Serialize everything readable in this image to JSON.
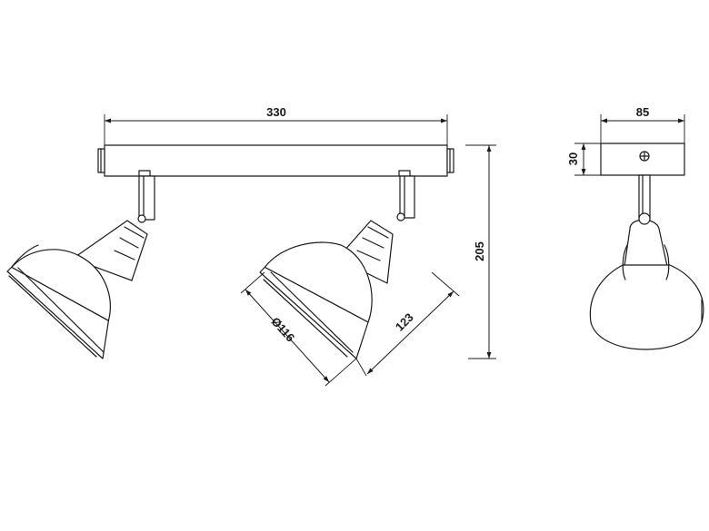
{
  "dimensions": {
    "total_width": "330",
    "total_height": "205",
    "shade_diameter": "Ø116",
    "shade_depth": "123",
    "base_width": "85",
    "base_height": "30"
  }
}
